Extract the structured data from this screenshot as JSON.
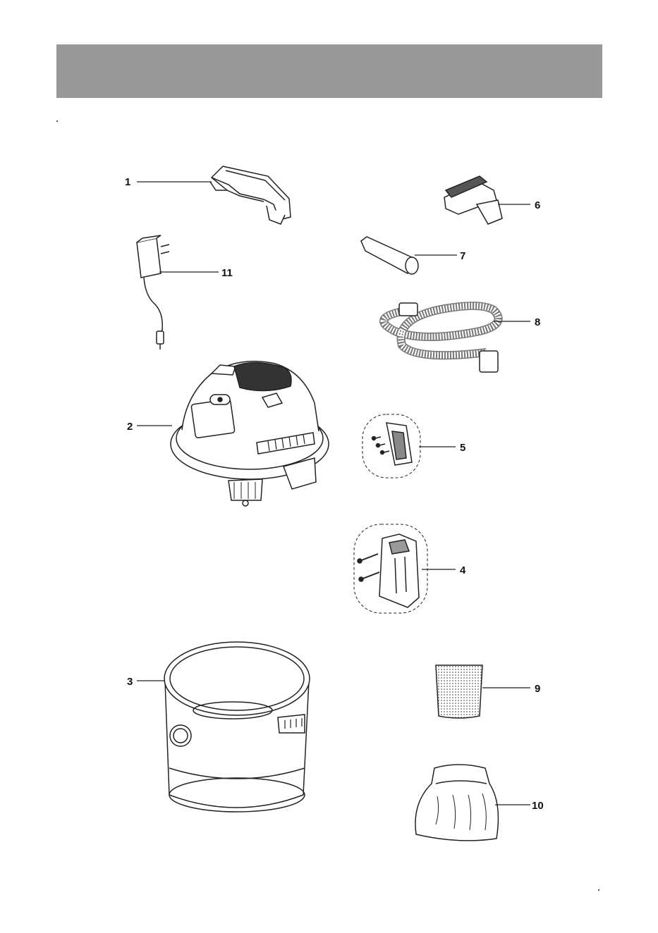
{
  "header": {
    "title": ""
  },
  "callouts": [
    "1",
    "2",
    "3",
    "4",
    "5",
    "6",
    "7",
    "8",
    "9",
    "10",
    "11"
  ],
  "parts": [
    {
      "number": "1",
      "icon": "carry-handle-icon"
    },
    {
      "number": "2",
      "icon": "motor-head-icon"
    },
    {
      "number": "3",
      "icon": "tank-drum-icon"
    },
    {
      "number": "4",
      "icon": "wall-mount-bracket-icon"
    },
    {
      "number": "5",
      "icon": "hose-holder-clip-icon"
    },
    {
      "number": "6",
      "icon": "utility-brush-nozzle-icon"
    },
    {
      "number": "7",
      "icon": "crevice-tool-icon"
    },
    {
      "number": "8",
      "icon": "flexible-hose-icon"
    },
    {
      "number": "9",
      "icon": "foam-filter-icon"
    },
    {
      "number": "10",
      "icon": "filter-bag-icon"
    },
    {
      "number": "11",
      "icon": "charger-adapter-icon"
    }
  ]
}
